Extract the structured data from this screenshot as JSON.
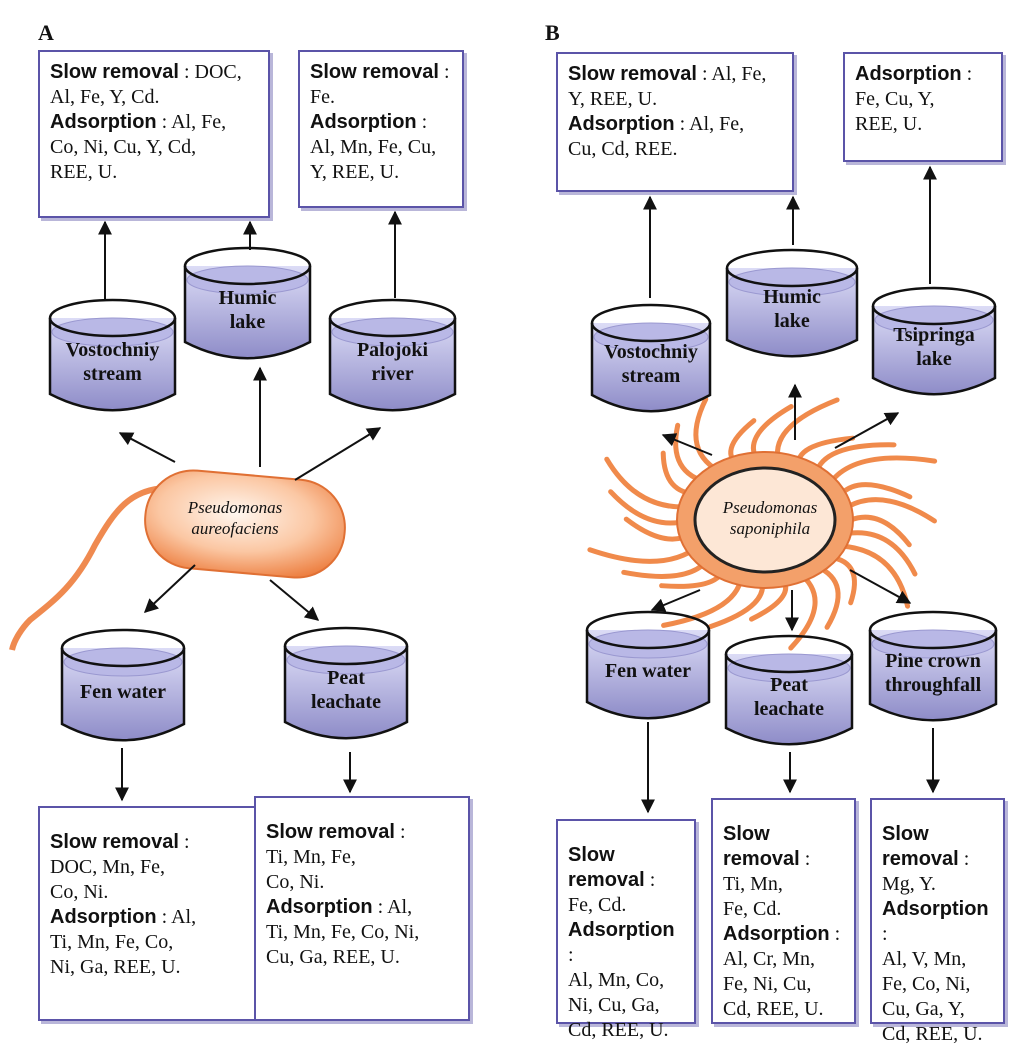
{
  "panels": [
    {
      "letter": "A",
      "organism": [
        "Pseudomonas",
        "aureofaciens"
      ],
      "beakers": [
        {
          "lines": [
            "Vostochniy",
            "stream"
          ]
        },
        {
          "lines": [
            "Humic",
            "lake"
          ]
        },
        {
          "lines": [
            "Palojoki",
            "river"
          ]
        },
        {
          "lines": [
            "Fen water"
          ]
        },
        {
          "lines": [
            "Peat",
            "leachate"
          ]
        }
      ],
      "boxes": [
        {
          "lines": [
            [
              {
                "t": "Slow removal",
                "b": true
              },
              {
                "t": " : DOC,"
              }
            ],
            [
              {
                "t": "Al, Fe, Y, Cd."
              }
            ],
            [
              {
                "t": "Adsorption",
                "b": true
              },
              {
                "t": " : Al, Fe,"
              }
            ],
            [
              {
                "t": "Co, Ni, Cu, Y, Cd,"
              }
            ],
            [
              {
                "t": "REE, U."
              }
            ]
          ]
        },
        {
          "lines": [
            [
              {
                "t": "Slow removal",
                "b": true
              },
              {
                "t": " :"
              }
            ],
            [
              {
                "t": "Fe."
              }
            ],
            [
              {
                "t": "Adsorption",
                "b": true
              },
              {
                "t": " :"
              }
            ],
            [
              {
                "t": "Al, Mn, Fe, Cu,"
              }
            ],
            [
              {
                "t": "Y, REE, U."
              }
            ]
          ]
        },
        {
          "lines": [
            [
              {
                "t": "Slow removal",
                "b": true
              },
              {
                "t": " :"
              }
            ],
            [
              {
                "t": "DOC, Mn, Fe,"
              }
            ],
            [
              {
                "t": "Co, Ni."
              }
            ],
            [
              {
                "t": "Adsorption",
                "b": true
              },
              {
                "t": " : Al,"
              }
            ],
            [
              {
                "t": "Ti, Mn, Fe, Co,"
              }
            ],
            [
              {
                "t": "Ni, Ga, REE, U."
              }
            ]
          ]
        },
        {
          "lines": [
            [
              {
                "t": "Slow removal",
                "b": true
              },
              {
                "t": " :"
              }
            ],
            [
              {
                "t": "Ti, Mn, Fe,"
              }
            ],
            [
              {
                "t": "Co, Ni."
              }
            ],
            [
              {
                "t": "Adsorption",
                "b": true
              },
              {
                "t": " : Al,"
              }
            ],
            [
              {
                "t": "Ti, Mn, Fe, Co, Ni,"
              }
            ],
            [
              {
                "t": "Cu, Ga, REE, U."
              }
            ]
          ]
        }
      ]
    },
    {
      "letter": "B",
      "organism": [
        "Pseudomonas",
        "saponiphila"
      ],
      "beakers": [
        {
          "lines": [
            "Vostochniy",
            "stream"
          ]
        },
        {
          "lines": [
            "Humic",
            "lake"
          ]
        },
        {
          "lines": [
            "Tsipringa",
            "lake"
          ]
        },
        {
          "lines": [
            "Fen water"
          ]
        },
        {
          "lines": [
            "Peat",
            "leachate"
          ]
        },
        {
          "lines": [
            "Pine crown",
            "throughfall"
          ]
        }
      ],
      "boxes": [
        {
          "lines": [
            [
              {
                "t": "Slow removal",
                "b": true
              },
              {
                "t": " : Al, Fe,"
              }
            ],
            [
              {
                "t": "Y, REE, U."
              }
            ],
            [
              {
                "t": "Adsorption",
                "b": true
              },
              {
                "t": " : Al, Fe,"
              }
            ],
            [
              {
                "t": "Cu, Cd, REE."
              }
            ]
          ]
        },
        {
          "lines": [
            [
              {
                "t": "Adsorption",
                "b": true
              },
              {
                "t": " :"
              }
            ],
            [
              {
                "t": "Fe, Cu, Y,"
              }
            ],
            [
              {
                "t": "REE, U."
              }
            ]
          ]
        },
        {
          "lines": [
            [
              {
                "t": "Slow",
                "b": true
              }
            ],
            [
              {
                "t": "removal",
                "b": true
              },
              {
                "t": " :"
              }
            ],
            [
              {
                "t": "Fe, Cd."
              }
            ],
            [
              {
                "t": "Adsorption",
                "b": true
              },
              {
                "t": " :"
              }
            ],
            [
              {
                "t": "Al, Mn, Co,"
              }
            ],
            [
              {
                "t": "Ni, Cu, Ga,"
              }
            ],
            [
              {
                "t": "Cd, REE, U."
              }
            ]
          ]
        },
        {
          "lines": [
            [
              {
                "t": "Slow",
                "b": true
              }
            ],
            [
              {
                "t": "removal",
                "b": true
              },
              {
                "t": " :"
              }
            ],
            [
              {
                "t": "Ti, Mn,"
              }
            ],
            [
              {
                "t": "Fe, Cd."
              }
            ],
            [
              {
                "t": "Adsorption",
                "b": true
              },
              {
                "t": " :"
              }
            ],
            [
              {
                "t": "Al, Cr, Mn,"
              }
            ],
            [
              {
                "t": "Fe, Ni, Cu,"
              }
            ],
            [
              {
                "t": "Cd, REE, U."
              }
            ]
          ]
        },
        {
          "lines": [
            [
              {
                "t": "Slow",
                "b": true
              }
            ],
            [
              {
                "t": "removal",
                "b": true
              },
              {
                "t": " :"
              }
            ],
            [
              {
                "t": "Mg, Y."
              }
            ],
            [
              {
                "t": "Adsorption",
                "b": true
              },
              {
                "t": " :"
              }
            ],
            [
              {
                "t": "Al, V, Mn,"
              }
            ],
            [
              {
                "t": "Fe, Co, Ni,"
              }
            ],
            [
              {
                "t": "Cu, Ga, Y,"
              }
            ],
            [
              {
                "t": "Cd, REE, U."
              }
            ]
          ]
        }
      ]
    }
  ],
  "colors": {
    "box_border": "#5b54a8",
    "beaker_fill": "#c9c8ec",
    "bacterium": "#f08a4b"
  }
}
